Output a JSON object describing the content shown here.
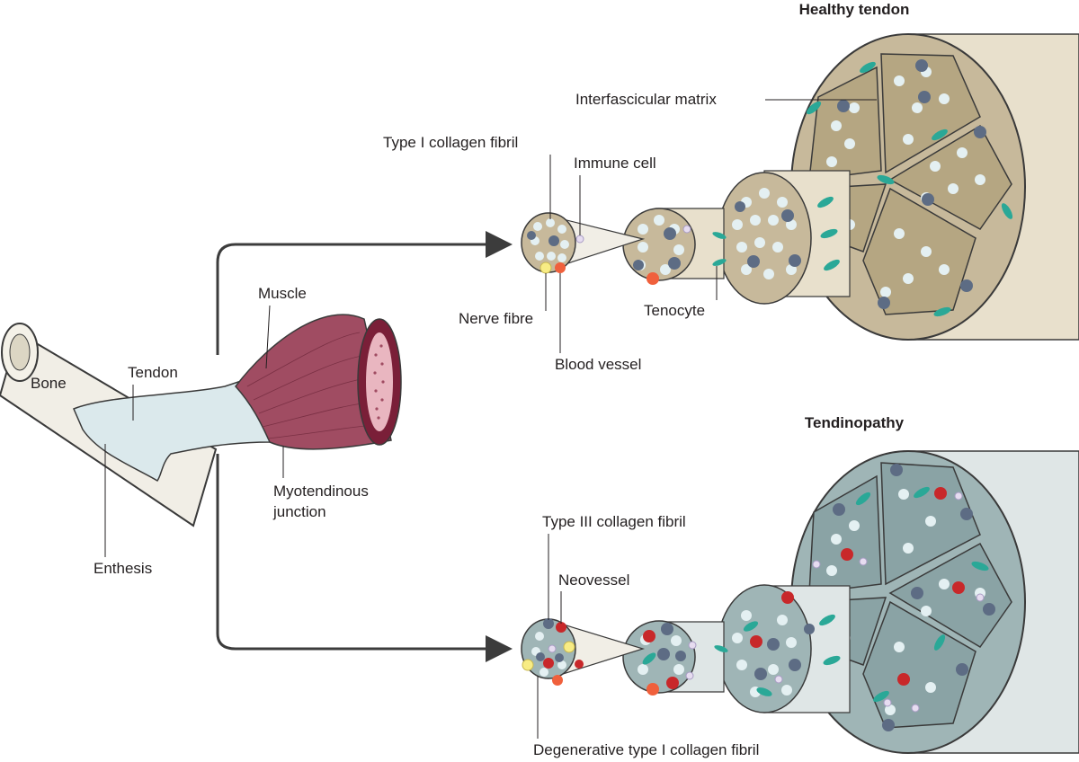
{
  "sections": {
    "healthy_title": "Healthy tendon",
    "tendinopathy_title": "Tendinopathy"
  },
  "anatomy": {
    "bone": "Bone",
    "tendon": "Tendon",
    "enthesis": "Enthesis",
    "muscle": "Muscle",
    "mtj_line1": "Myotendinous",
    "mtj_line2": "junction"
  },
  "healthy_labels": {
    "interfascicular_matrix": "Interfascicular matrix",
    "type1_fibril": "Type I collagen fibril",
    "immune_cell": "Immune cell",
    "nerve_fibre": "Nerve fibre",
    "blood_vessel": "Blood vessel",
    "tenocyte": "Tenocyte"
  },
  "tendinopathy_labels": {
    "type3_fibril": "Type III collagen fibril",
    "neovessel": "Neovessel",
    "degenerative_fibril": "Degenerative type I collagen fibril"
  },
  "colors": {
    "healthy_matrix": "#c7b99b",
    "healthy_sheath": "#e8e0cc",
    "diseased_matrix": "#9fb5b6",
    "diseased_sheath": "#dfe6e6",
    "fibril": "#e4f0f2",
    "fibril_dark": "#5d6c84",
    "tenocyte": "#2aa897",
    "vessel_red": "#c8282a",
    "vessel_orange": "#f0603c",
    "nerve": "#f8ec84",
    "immune": "#e6dcf0",
    "muscle": "#a04c62",
    "bone": "#f1eee6",
    "tendon": "#dbe9ec"
  }
}
